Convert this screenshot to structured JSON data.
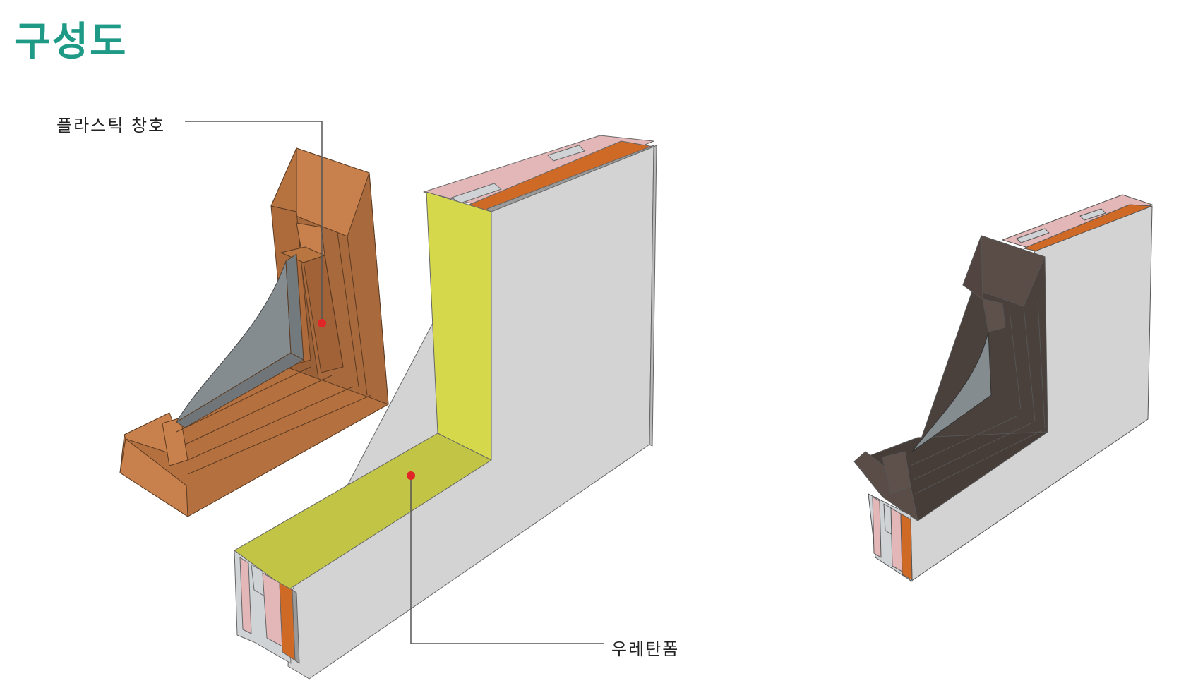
{
  "title": "구성도",
  "labels": {
    "plastic_window": "플라스틱 창호",
    "urethane_foam": "우레탄폼"
  },
  "colors": {
    "title": "#1e9a86",
    "window_frame": "#c8804c",
    "window_frame_dark": "#9a6138",
    "glass": "#858c90",
    "foam": "#d4d84a",
    "foam_dark": "#c1c444",
    "wall_face": "#d2d3d2",
    "insulation_pink": "#e3b7b7",
    "orange_layer": "#cf6a26",
    "installed_frame": "#5a4d48",
    "marker": "#e02626",
    "leader": "#555555"
  }
}
